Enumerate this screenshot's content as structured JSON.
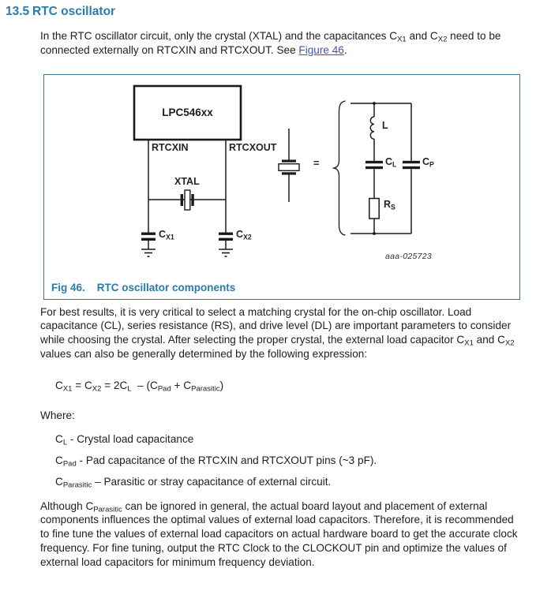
{
  "colors": {
    "accent_heading": "#2a7aae",
    "figure_border": "#3f7089",
    "link": "#4353b3",
    "body_text": "#202020"
  },
  "heading": {
    "number": "13.5",
    "title": "RTC oscillator"
  },
  "intro": {
    "before_link": "In the RTC oscillator circuit, only the crystal (XTAL) and the capacitances C_{X1} and C_{X2} need to be connected externally on RTCXIN and RTCXOUT. See ",
    "link_text": "Figure 46",
    "after_link": "."
  },
  "figure": {
    "caption_label": "Fig 46.",
    "caption_title": "RTC oscillator components",
    "ref_code": "aaa-025723",
    "chip_label": "LPC546xx",
    "pin_left_label": "RTCXIN",
    "pin_right_label": "RTCXOUT",
    "xtal_label": "XTAL",
    "cx1_label": "C_{X1}",
    "cx2_label": "C_{X2}",
    "equals_sign": "=",
    "inductor_label": "L",
    "load_cap_label": "C_{L}",
    "parallel_cap_label": "C_{P}",
    "series_res_label": "R_{S}"
  },
  "paragraphs": {
    "crystal_selection": "For best results, it is very critical to select a matching crystal for the on-chip oscillator. Load capacitance (CL), series resistance (RS), and drive level (DL) are important parameters to consider while choosing the crystal. After selecting the proper crystal, the external load capacitor C_{X1} and C_{X2} values can also be generally determined by the following expression:",
    "board_layout": "Although C_{Parasitic} can be ignored in general, the actual board layout and placement of external components influences the optimal values of external load capacitors. Therefore, it is recommended to fine tune the values of external load capacitors on actual hardware board to get the accurate clock frequency. For fine tuning, output the RTC Clock to the CLOCKOUT pin and optimize the values of external load capacitors for minimum frequency deviation."
  },
  "equation": "C_{X1} = C_{X2} = 2C_{L}  – (C_{Pad} + C_{Parasitic})",
  "where": {
    "label": "Where:",
    "definitions": [
      "C_{L} - Crystal load capacitance",
      "C_{Pad} - Pad capacitance of the RTCXIN and RTCXOUT pins (~3 pF).",
      "C_{Parasitic} – Parasitic or stray capacitance of external circuit."
    ]
  }
}
